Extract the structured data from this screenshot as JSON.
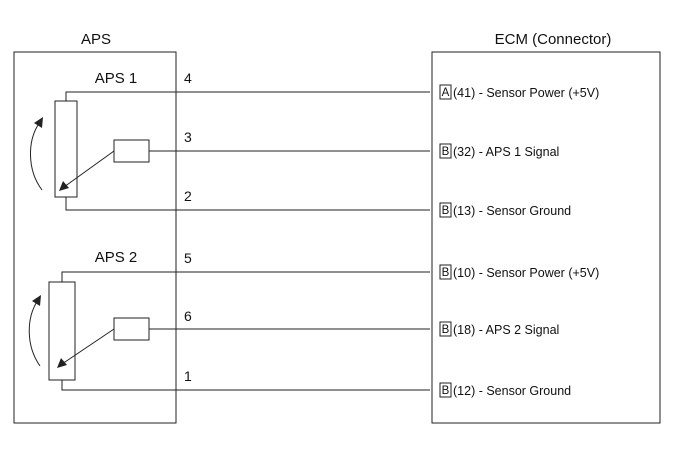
{
  "aps": {
    "title": "APS",
    "sensors": [
      {
        "label": "APS 1",
        "pins": [
          {
            "pin": "4",
            "conn": "A",
            "desc": "(41) - Sensor Power (+5V)"
          },
          {
            "pin": "3",
            "conn": "B",
            "desc": "(32) - APS 1 Signal"
          },
          {
            "pin": "2",
            "conn": "B",
            "desc": "(13) - Sensor Ground"
          }
        ]
      },
      {
        "label": "APS 2",
        "pins": [
          {
            "pin": "5",
            "conn": "B",
            "desc": "(10) - Sensor Power (+5V)"
          },
          {
            "pin": "6",
            "conn": "B",
            "desc": "(18) - APS 2 Signal"
          },
          {
            "pin": "1",
            "conn": "B",
            "desc": "(12) - Sensor Ground"
          }
        ]
      }
    ]
  },
  "ecm": {
    "title": "ECM (Connector)"
  }
}
